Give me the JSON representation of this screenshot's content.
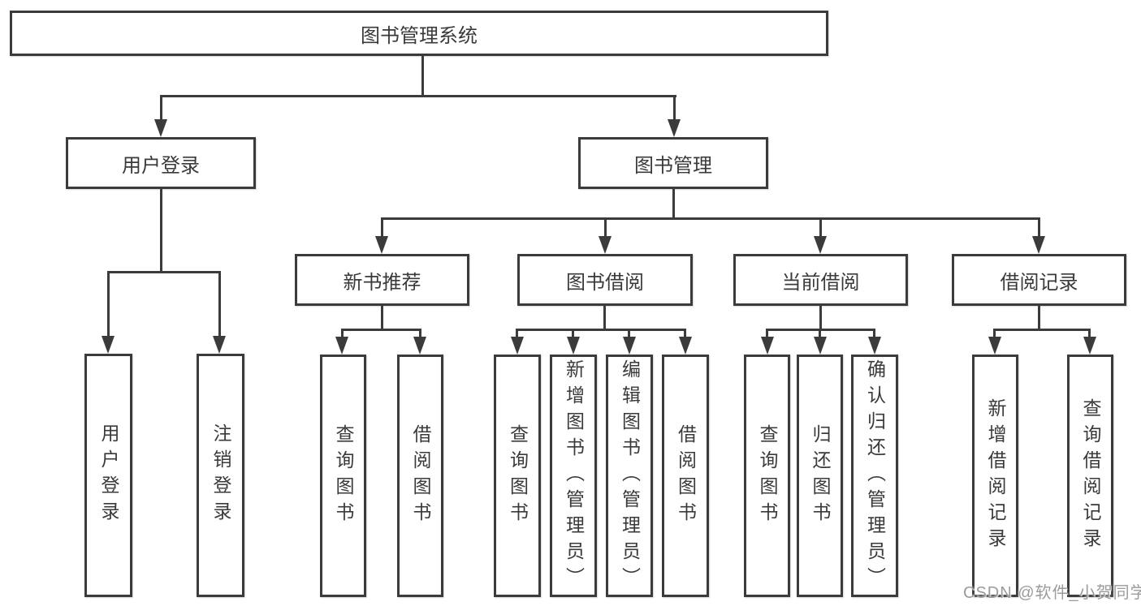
{
  "colors": {
    "line": "#3b3b3b",
    "text": "#3a3a3a",
    "box_background": "#ffffff",
    "watermark": "#9b9b9b"
  },
  "nodes": {
    "root": "图书管理系统",
    "user_login": "用户登录",
    "book_management": "图书管理",
    "new_book_recommend": "新书推荐",
    "book_borrowing": "图书借阅",
    "current_borrowing": "当前借阅",
    "borrowing_records": "借阅记录",
    "leaf_user_login": "用户登录",
    "leaf_logout": "注销登录",
    "leaf_nb_query_books": "查询图书",
    "leaf_nb_borrow_books": "借阅图书",
    "leaf_bb_query_books": "查询图书",
    "leaf_bb_add_books_admin": "新增图书（管理员）",
    "leaf_bb_edit_books_admin": "编辑图书（管理员）",
    "leaf_bb_borrow_books": "借阅图书",
    "leaf_cb_query_books": "查询图书",
    "leaf_cb_return_books": "归还图书",
    "leaf_cb_confirm_return_admin": "确认归还（管理员）",
    "leaf_br_add_record": "新增借阅记录",
    "leaf_br_query_record": "查询借阅记录"
  },
  "watermark": "CSDN @软件_小贺同学"
}
